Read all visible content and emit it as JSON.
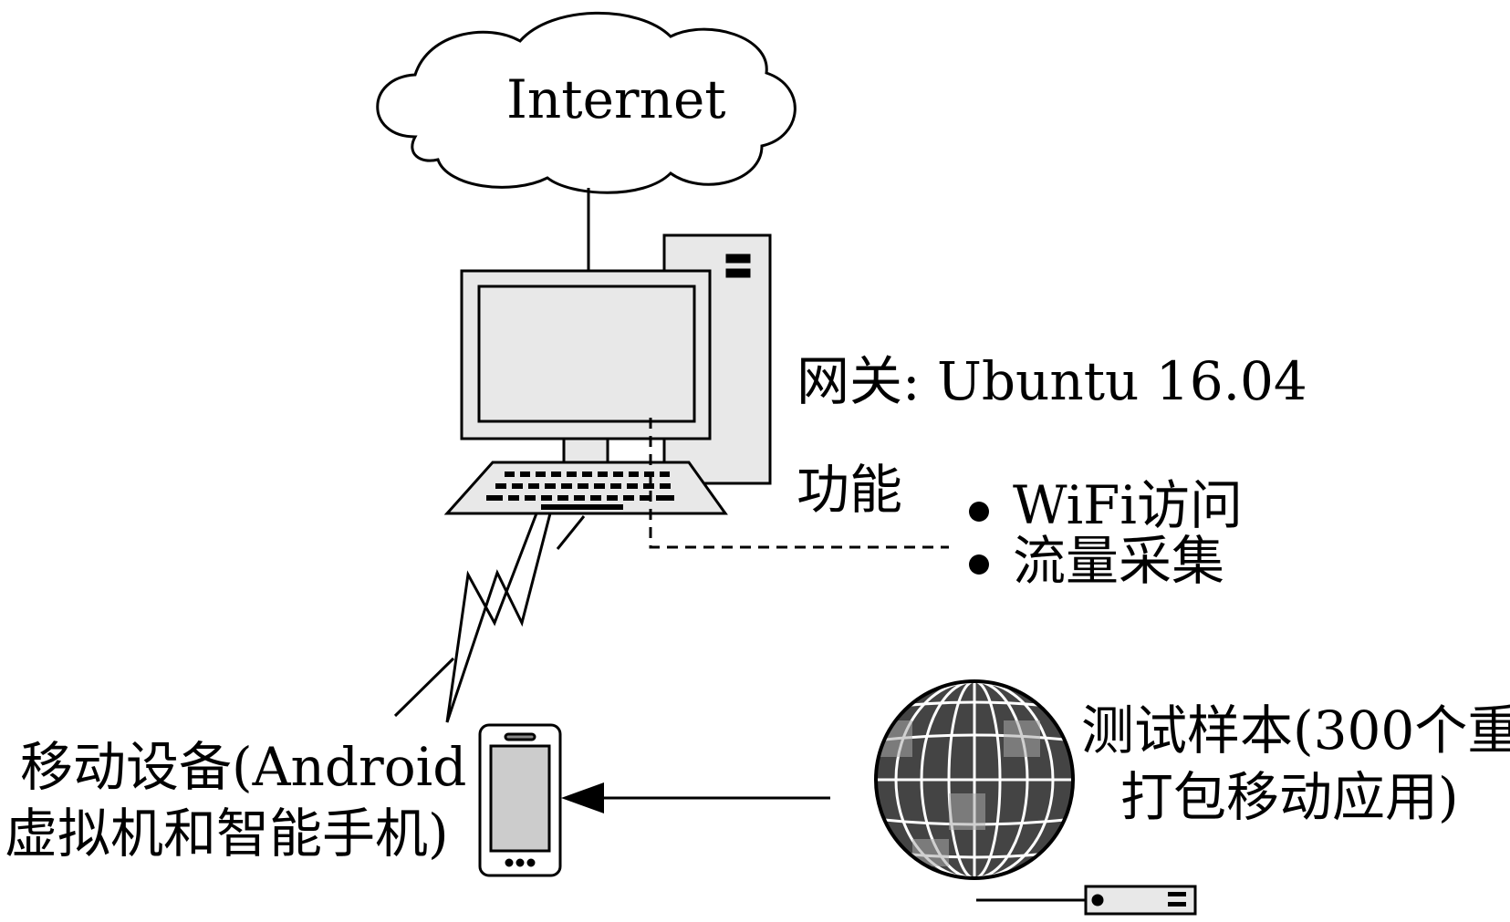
{
  "internet_label": "Internet",
  "gateway_label": "网关: Ubuntu 16.04",
  "functions_label": "功能",
  "functions": [
    "WiFi访问",
    "流量采集"
  ],
  "mobile_label_line1": "移动设备(Android",
  "mobile_label_line2": "虚拟机和智能手机)",
  "samples_label_line1": "测试样本(300个重",
  "samples_label_line2": "打包移动应用)",
  "colors": {
    "stroke": "#000000",
    "fill_light": "#e8e8e8",
    "fill_mid": "#cccccc",
    "fill_dark": "#444444"
  }
}
